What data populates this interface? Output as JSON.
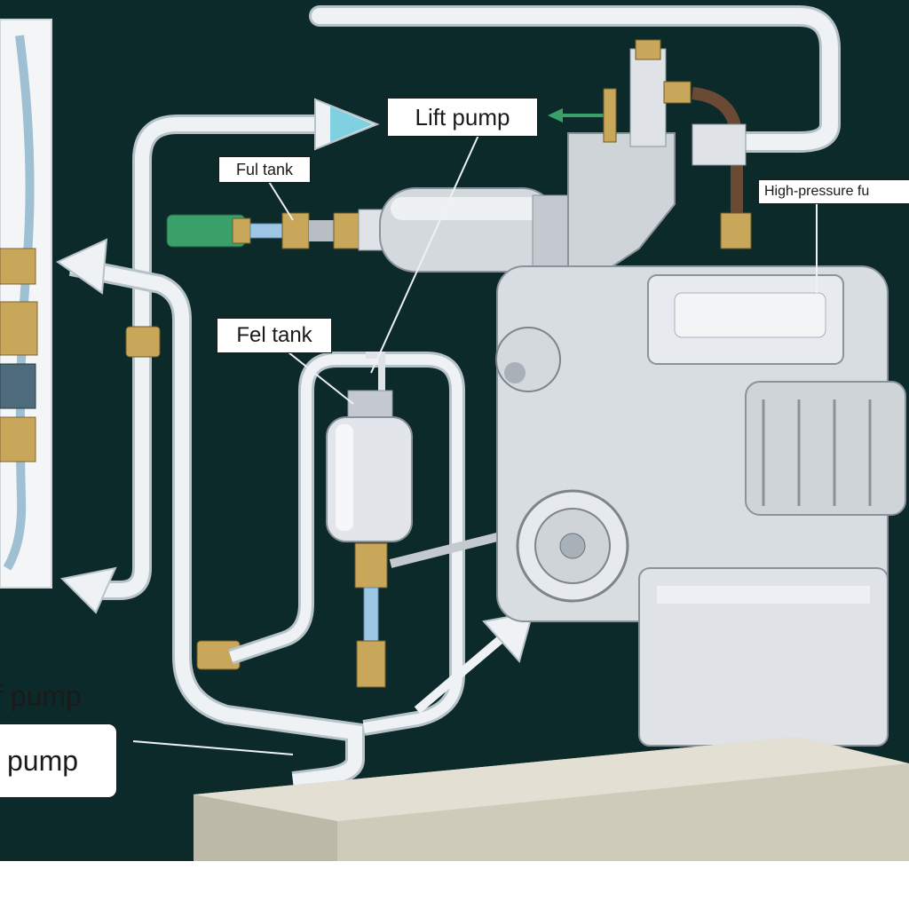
{
  "labels": {
    "lift_pump": "Lift pump",
    "fuel_tank_top": "Ful tank",
    "fuel_tank_mid": "Fel tank",
    "high_pressure": "High-pressure fu",
    "pump_left": "f pump",
    "pump_box": "pump"
  },
  "colors": {
    "background": "#0c2a2a",
    "pipe": "#eef2f5",
    "pipe_shadow": "#b7c2c9",
    "metal_light": "#e4e8ec",
    "metal_mid": "#c3c9cf",
    "metal_dark": "#8a939b",
    "brass": "#c8a65a",
    "green_cap": "#3aa06a",
    "blue_tube": "#9ec7e6",
    "arrow_teal": "#7fd0e0",
    "floor": "#d9d6c8"
  },
  "icons": [
    "arrow-icon",
    "fuel-filter-icon",
    "engine-icon"
  ]
}
